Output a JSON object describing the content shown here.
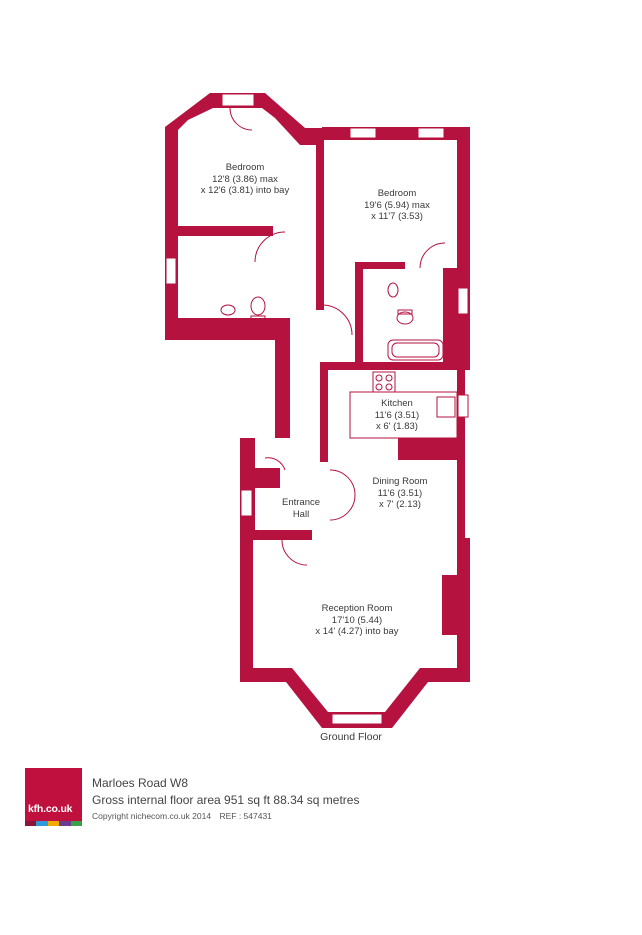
{
  "brand": {
    "logo_text": "kfh.co.uk",
    "accent": "#c0103e",
    "stripe_colors": [
      "#8a1538",
      "#2e9bd6",
      "#f2a900",
      "#6a3d8f",
      "#3aa14a"
    ]
  },
  "floorplan": {
    "wall_color": "#b5123f",
    "floor_label": "Ground Floor",
    "rooms": [
      {
        "name": "Bedroom",
        "dims": [
          "12'8 (3.86) max",
          "x 12'6 (3.81) into bay"
        ]
      },
      {
        "name": "Bedroom",
        "dims": [
          "19'6 (5.94) max",
          "x 11'7 (3.53)"
        ]
      },
      {
        "name": "Kitchen",
        "dims": [
          "11'6 (3.51)",
          "x 6' (1.83)"
        ]
      },
      {
        "name": "Dining Room",
        "dims": [
          "11'6 (3.51)",
          "x 7' (2.13)"
        ]
      },
      {
        "name": "Entrance",
        "dims": [
          "Hall"
        ]
      },
      {
        "name": "Reception Room",
        "dims": [
          "17'10 (5.44)",
          "x 14' (4.27) into bay"
        ]
      }
    ]
  },
  "footer": {
    "address": "Marloes Road W8",
    "area": "Gross internal floor area 951 sq ft 88.34 sq metres",
    "copyright": "Copyright nichecom.co.uk 2014",
    "ref": "REF : 547431"
  }
}
